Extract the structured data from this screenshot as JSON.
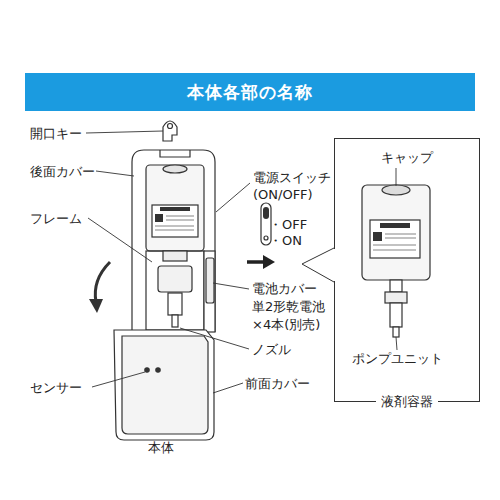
{
  "diagram": {
    "title": "本体各部の名称",
    "nodes": [
      {
        "text": [
          "液剤容器"
        ]
      }
    ],
    "labels": [
      "開口キー",
      "後面カバー",
      "フレーム",
      "センサー",
      "本体",
      "電源スイッチ",
      "(ON/OFF)",
      "・OFF",
      "・ON",
      "電池カバー",
      "単2形乾電池",
      "×4本(別売)",
      "ノズル",
      "前面カバー",
      "キャップ",
      "ポンプユニット"
    ]
  }
}
